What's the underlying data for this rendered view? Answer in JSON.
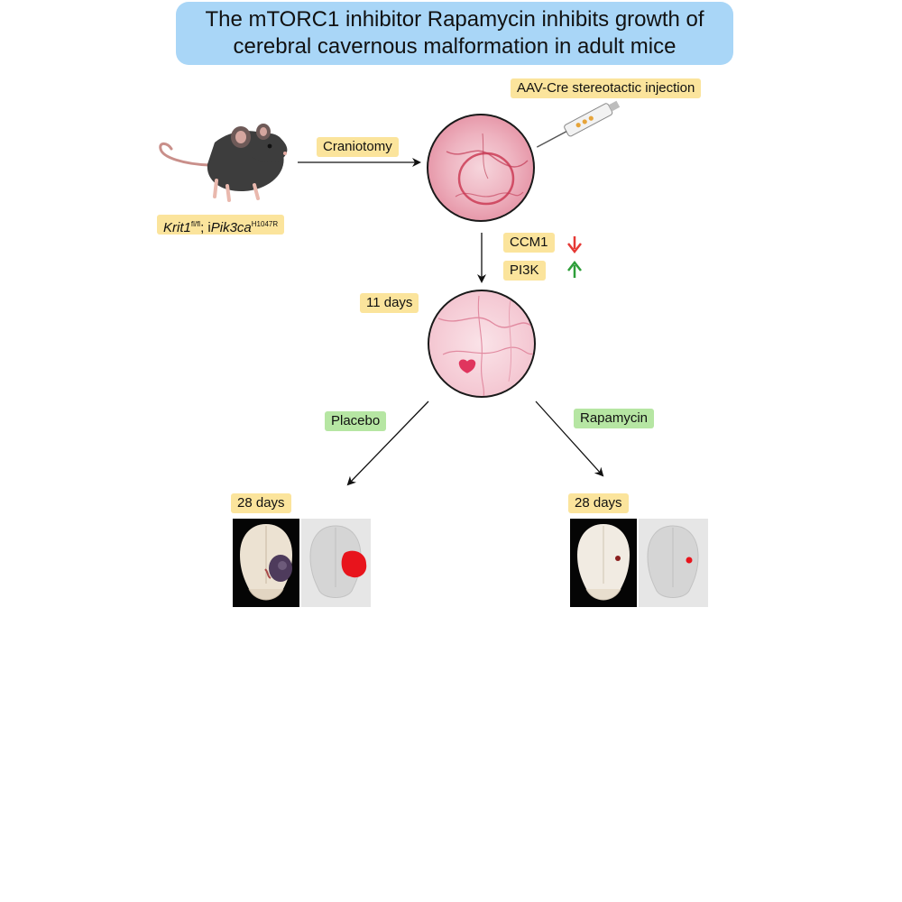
{
  "title": {
    "line1": "The mTORC1 inhibitor Rapamycin inhibits growth of",
    "line2": "cerebral cavernous malformation in adult mice"
  },
  "labels": {
    "injection": "AAV-Cre stereotactic injection",
    "craniotomy": "Craniotomy",
    "genotype": {
      "gene1": "Krit1",
      "gene1_sup": "fl/fl",
      "sep": "; i",
      "gene2": "Pik3ca",
      "gene2_sup": "H1047R"
    },
    "ccm1": "CCM1",
    "pi3k": "PI3K",
    "day11": "11 days",
    "placebo": "Placebo",
    "rapamycin": "Rapamycin",
    "day28_left": "28 days",
    "day28_right": "28 days"
  },
  "colors": {
    "title_bg": "#a9d6f7",
    "label_yellow": "#fbe49c",
    "label_green": "#b6e6a3",
    "down_arrow": "#e53935",
    "up_arrow": "#2e9e3a",
    "lesion_red": "#e8141c"
  },
  "icons": {
    "mouse": "mouse-illustration",
    "syringe": "syringe-icon",
    "ccm1_change": "arrow-down-icon",
    "pi3k_change": "arrow-up-icon"
  }
}
